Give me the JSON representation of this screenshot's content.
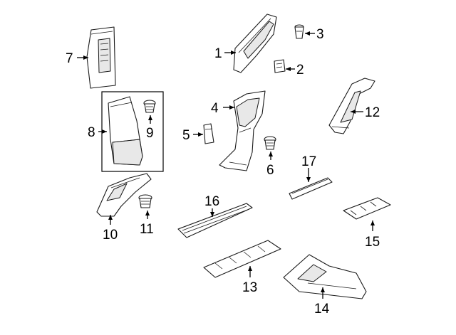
{
  "callouts": [
    {
      "id": "1",
      "text": "1"
    },
    {
      "id": "2",
      "text": "2"
    },
    {
      "id": "3",
      "text": "3"
    },
    {
      "id": "4",
      "text": "4"
    },
    {
      "id": "5",
      "text": "5"
    },
    {
      "id": "6",
      "text": "6"
    },
    {
      "id": "7",
      "text": "7"
    },
    {
      "id": "8",
      "text": "8"
    },
    {
      "id": "9",
      "text": "9"
    },
    {
      "id": "10",
      "text": "10"
    },
    {
      "id": "11",
      "text": "11"
    },
    {
      "id": "12",
      "text": "12"
    },
    {
      "id": "13",
      "text": "13"
    },
    {
      "id": "14",
      "text": "14"
    },
    {
      "id": "15",
      "text": "15"
    },
    {
      "id": "16",
      "text": "16"
    },
    {
      "id": "17",
      "text": "17"
    }
  ],
  "colors": {
    "line": "#1a1a1a",
    "fill": "#ffffff",
    "shade": "#e8e8e8"
  }
}
